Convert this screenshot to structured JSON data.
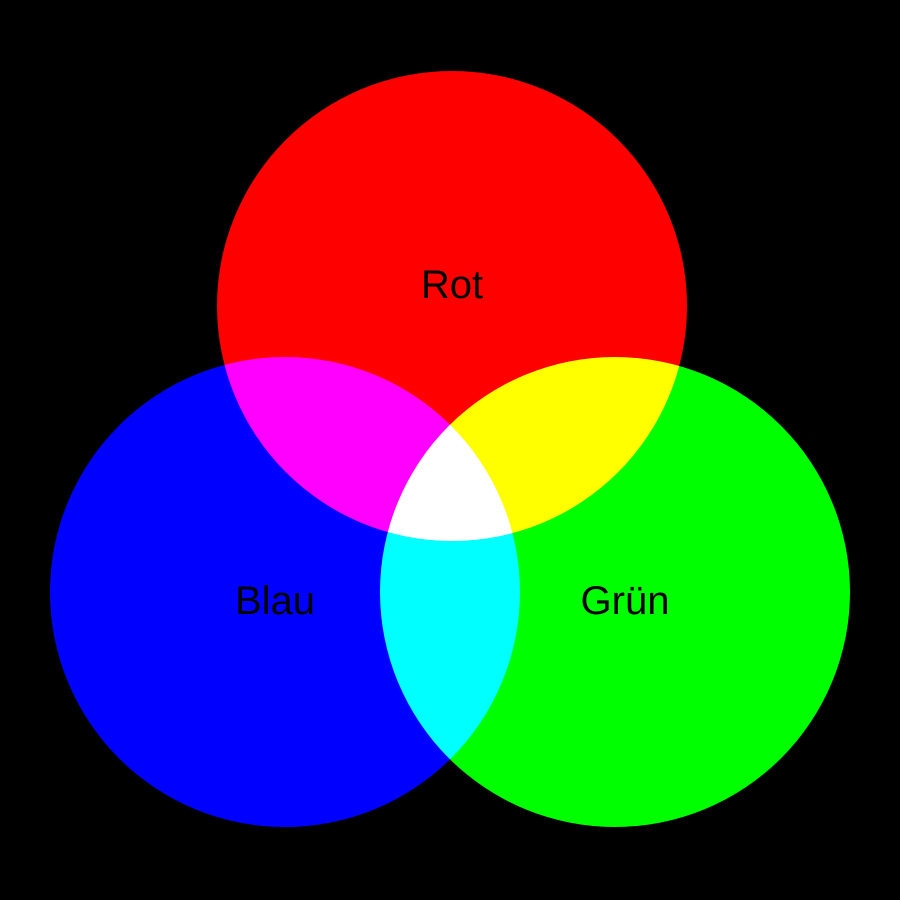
{
  "diagram": {
    "type": "additive-color-venn",
    "background": "#000000",
    "label_color": "#000000",
    "circles": [
      {
        "key": "red",
        "label": "Rot",
        "color": "#ff0000"
      },
      {
        "key": "green",
        "label": "Grün",
        "color": "#00ff00"
      },
      {
        "key": "blue",
        "label": "Blau",
        "color": "#0000ff"
      }
    ],
    "overlaps": [
      {
        "key": "red-blue",
        "color": "#ff00ff"
      },
      {
        "key": "red-green",
        "color": "#ffff00"
      },
      {
        "key": "green-blue",
        "color": "#00ffff"
      },
      {
        "key": "red-green-blue",
        "color": "#ffffff"
      }
    ]
  }
}
